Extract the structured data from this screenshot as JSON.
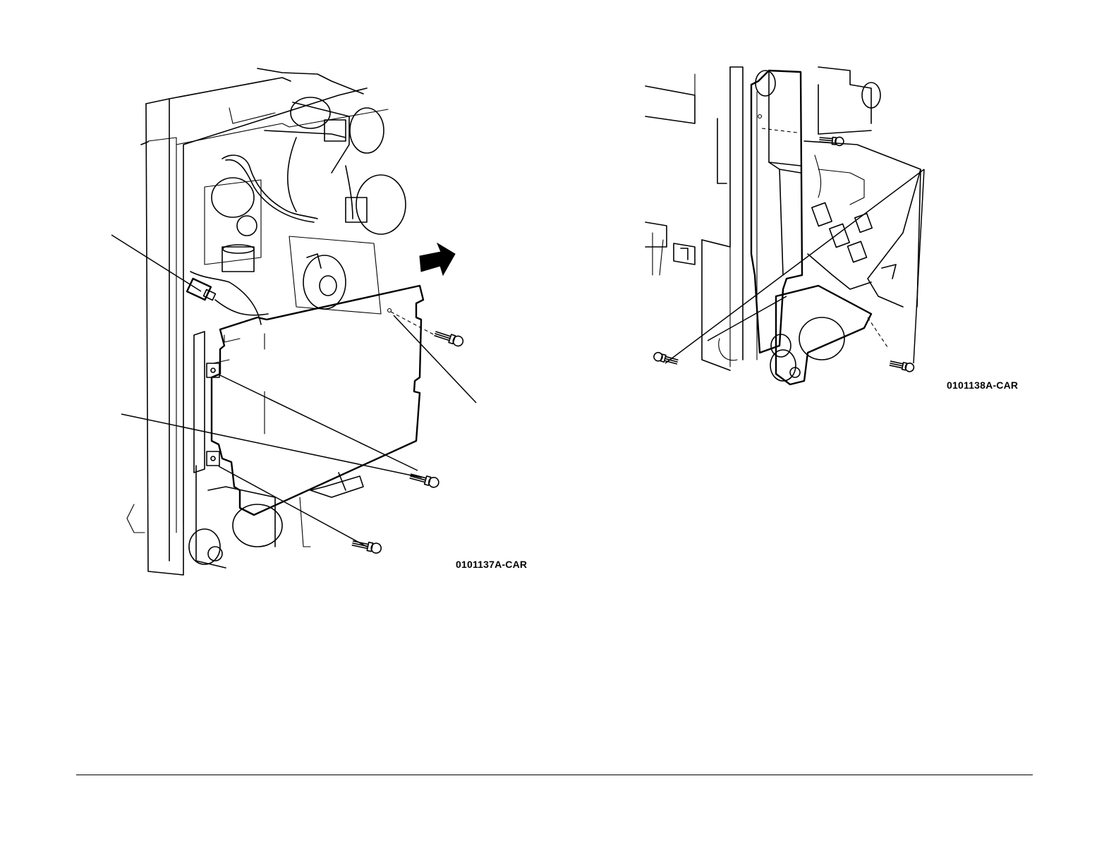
{
  "figures": [
    {
      "id": "left",
      "caption": "0101137A-CAR",
      "icons": [
        "bracket-panel",
        "screw-icon",
        "arrow-right-icon",
        "connector",
        "motor"
      ]
    },
    {
      "id": "right",
      "caption": "0101138A-CAR",
      "icons": [
        "frame-bracket",
        "screw-icon",
        "motor"
      ]
    }
  ]
}
